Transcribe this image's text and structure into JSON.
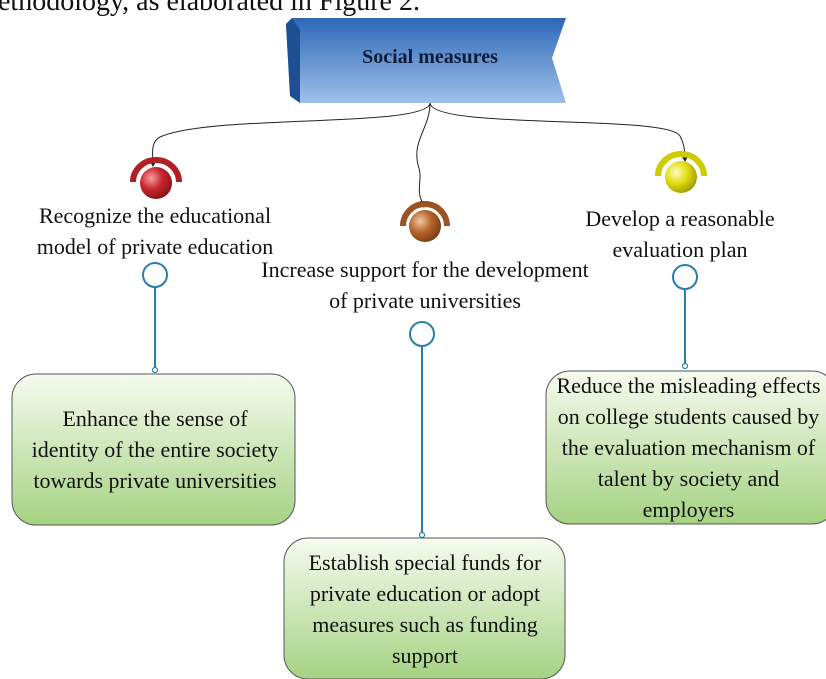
{
  "preface_text": "ethodology, as elaborated in Figure 2.",
  "title": "Social measures",
  "branches": [
    {
      "heading": "Recognize the educational model of private education",
      "detail": "Enhance the sense of identity of the entire society towards private universities",
      "ball_color": "#c0242c"
    },
    {
      "heading": "Increase support for the development of private universities",
      "detail": "Establish special funds for private education or adopt measures such as funding support",
      "ball_color": "#b5642a"
    },
    {
      "heading": "Develop a reasonable evaluation plan",
      "detail": "Reduce the misleading effects on college students caused by the evaluation mechanism of talent by society and employers",
      "ball_color": "#d8d400"
    }
  ],
  "colors": {
    "title_fill_top": "#2d68b6",
    "title_fill_bottom": "#8fb4e3",
    "connector": "#2a7fa8",
    "box_fill_top": "#f4faec",
    "box_fill_bottom": "#a8d587"
  }
}
